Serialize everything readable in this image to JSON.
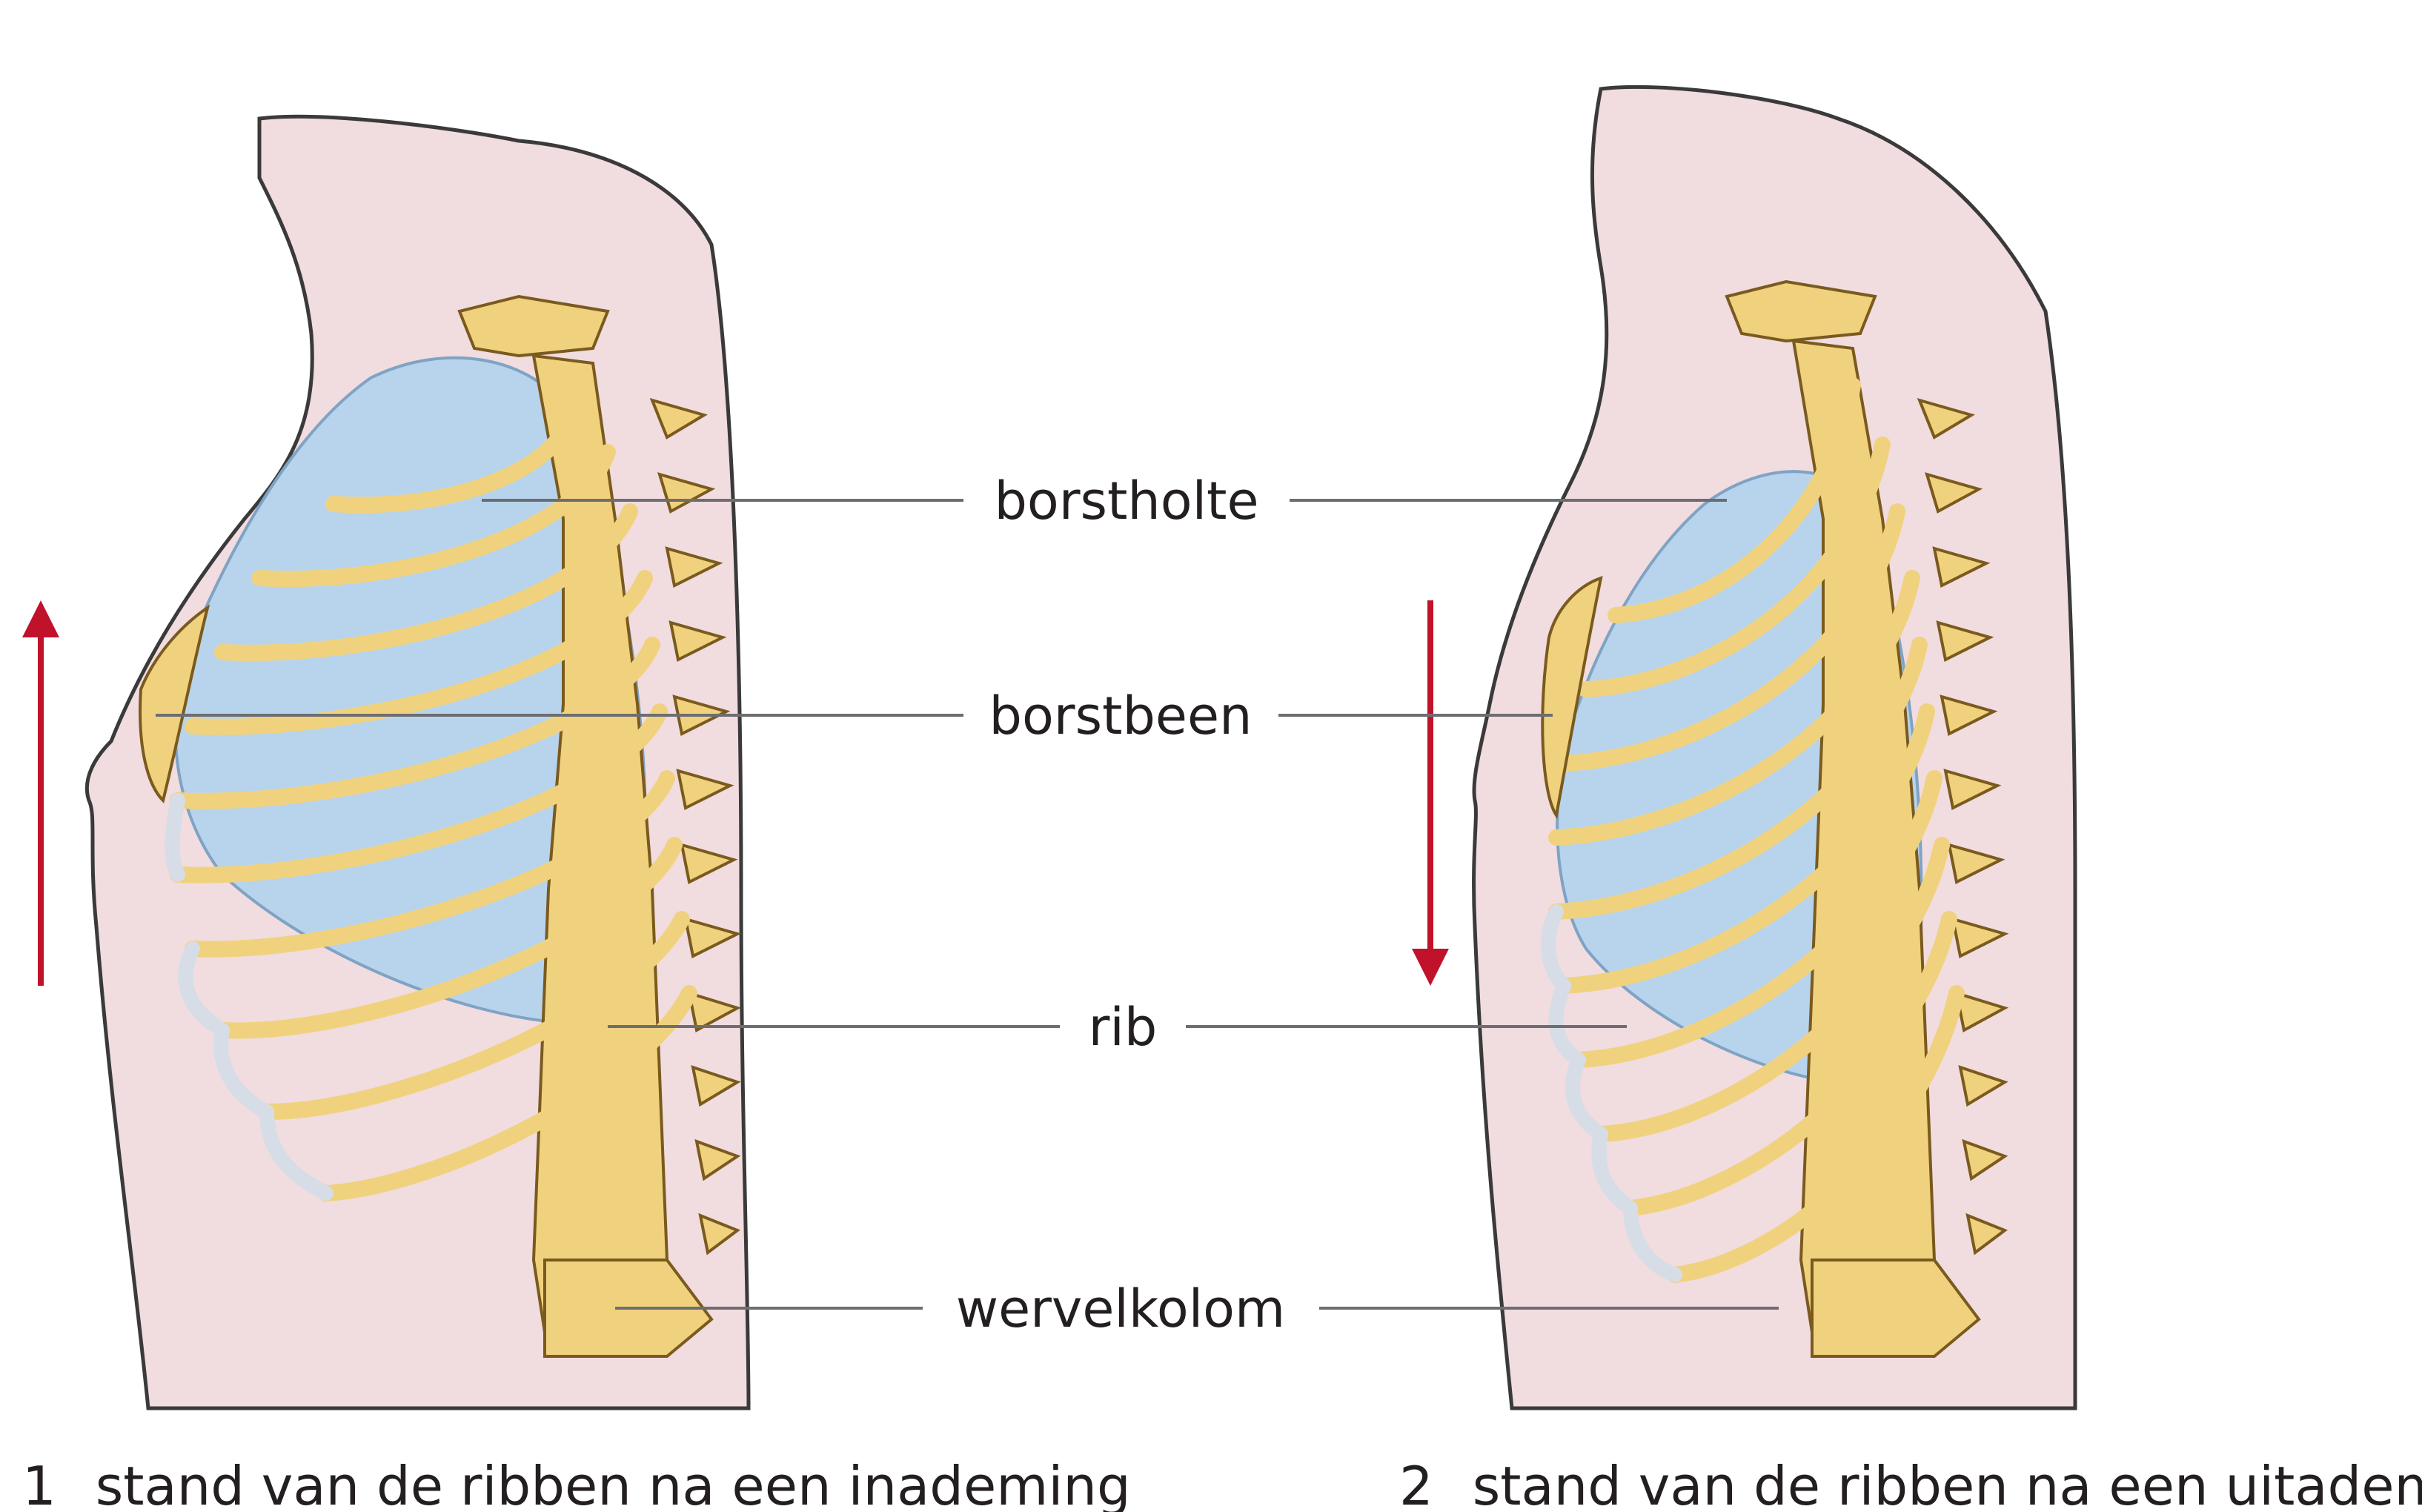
{
  "labels": {
    "chest_cavity": "borstholte",
    "sternum": "borstbeen",
    "rib": "rib",
    "spine": "wervelkolom"
  },
  "panels": [
    {
      "number": "1",
      "caption": "stand van de ribben na een inademing",
      "arrow_direction": "up"
    },
    {
      "number": "2",
      "caption": "stand van de ribben na een uitademing",
      "arrow_direction": "down"
    }
  ],
  "colors": {
    "skin": "#f1dcdf",
    "skin_outline": "#3a3a3a",
    "lung": "#b7d4ec",
    "bone": "#f0d27e",
    "bone_outline": "#7a5a1e",
    "cartilage": "#d6dde6",
    "arrow": "#c0122b",
    "leader": "#6d6e71"
  }
}
